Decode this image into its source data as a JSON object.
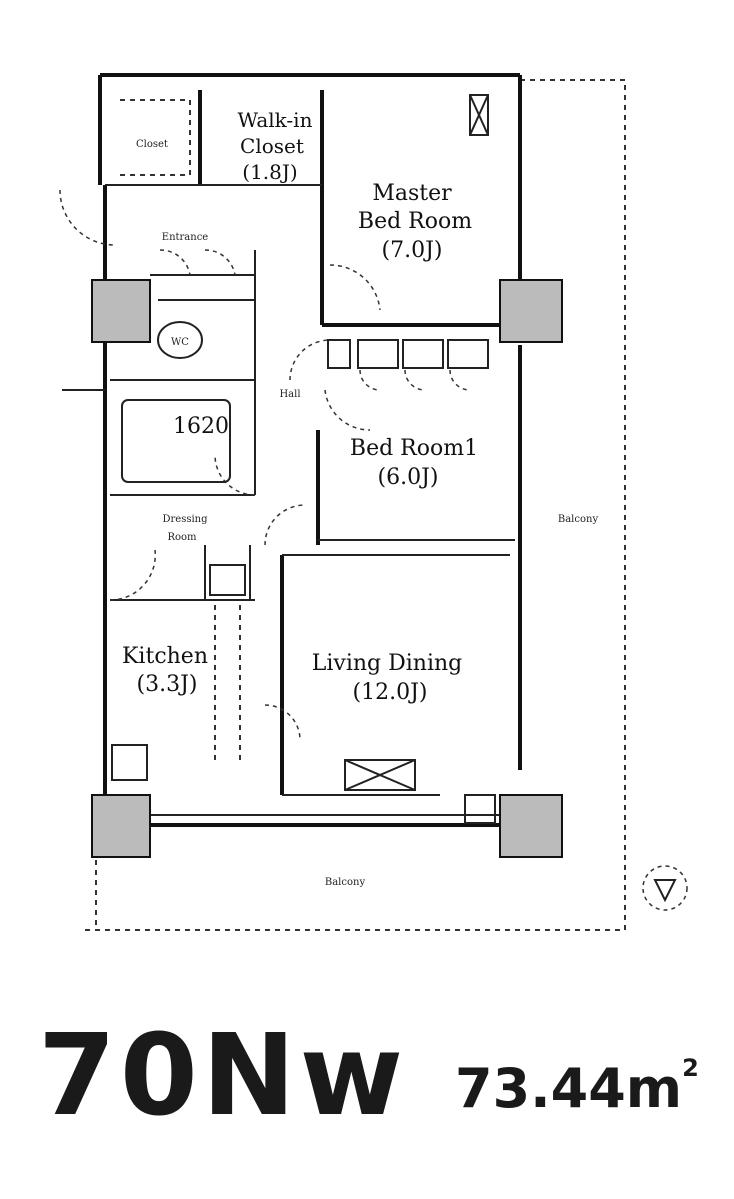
{
  "rooms": {
    "walk_in_closet": {
      "line1": "Walk-in",
      "line2": "Closet",
      "size": "(1.8J)"
    },
    "master_bedroom": {
      "line1": "Master",
      "line2": "Bed Room",
      "size": "(7.0J)"
    },
    "bedroom1": {
      "name": "Bed Room1",
      "size": "(6.0J)"
    },
    "bath": {
      "name": "1620"
    },
    "kitchen": {
      "name": "Kitchen",
      "size": "(3.3J)"
    },
    "living_dining": {
      "name": "Living Dining",
      "size": "(12.0J)"
    }
  },
  "labels": {
    "entrance": "Entrance",
    "hall": "Hall",
    "dressing": "Dressing",
    "dressing2": "Room",
    "balcony_side": "Balcony",
    "balcony_bottom": "Balcony",
    "closet_small": "Closet",
    "wc": "WC"
  },
  "unit": {
    "code": "70Nw",
    "area": "73.44m",
    "area_unit_sup": "2"
  }
}
